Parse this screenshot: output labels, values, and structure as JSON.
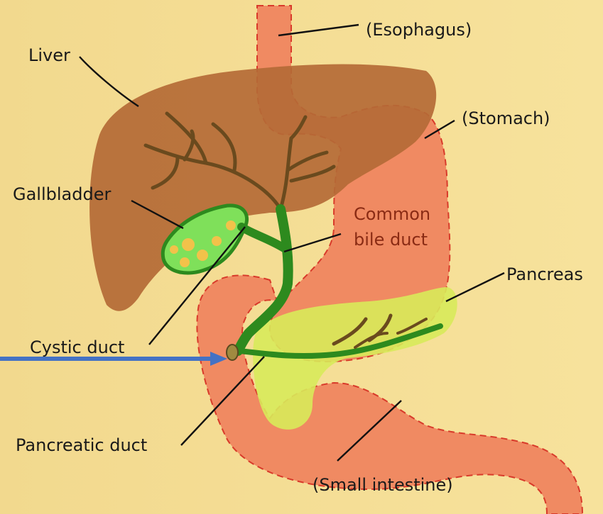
{
  "labels": {
    "liver": "Liver",
    "esophagus": "(Esophagus)",
    "stomach": "(Stomach)",
    "gallbladder": "Gallbladder",
    "common_bile_duct_line1": "Common",
    "common_bile_duct_line2": "bile duct",
    "pancreas": "Pancreas",
    "cystic_duct": "Cystic duct",
    "pancreatic_duct": "Pancreatic duct",
    "small_intestine": "(Small intestine)"
  },
  "colors": {
    "background": "#f4dc92",
    "liver": "#b46a36",
    "stomach": "#f08a62",
    "stomach_outline": "#d83a2a",
    "gallbladder": "#7fe05a",
    "bile_duct": "#2d8a1e",
    "liver_ducts": "#6a4a1e",
    "pancreas": "#d8ea5a",
    "arrow": "#4472c4"
  }
}
